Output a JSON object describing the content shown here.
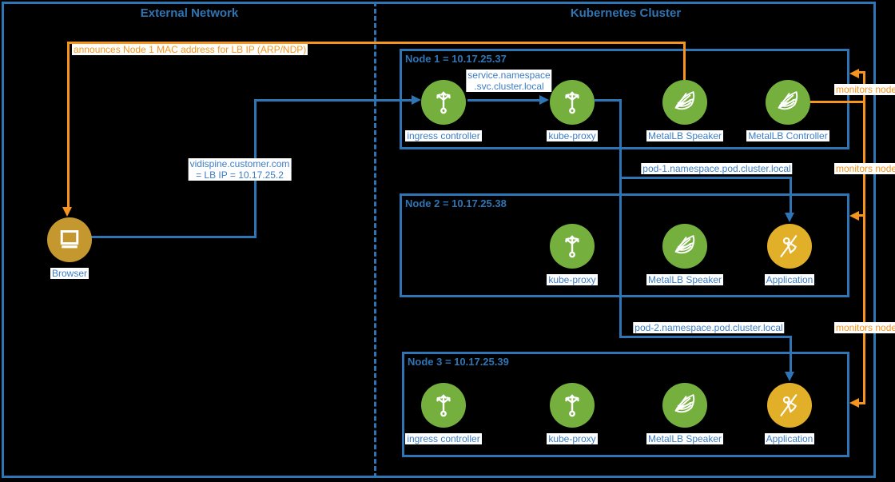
{
  "zones": {
    "external": {
      "title": "External Network"
    },
    "cluster": {
      "title": "Kubernetes Cluster"
    }
  },
  "external": {
    "browser": {
      "label": "Browser"
    }
  },
  "nodes": [
    {
      "title": "Node 1 = 10.17.25.37",
      "components": [
        {
          "label": "ingress controller",
          "icon": "branch-icon"
        },
        {
          "label": "kube-proxy",
          "icon": "branch-icon"
        },
        {
          "label": "MetalLB Speaker",
          "icon": "metallb-net-icon"
        },
        {
          "label": "MetalLB Controller",
          "icon": "metallb-net-icon"
        }
      ]
    },
    {
      "title": "Node 2 = 10.17.25.38",
      "components": [
        {
          "label": "kube-proxy",
          "icon": "branch-icon"
        },
        {
          "label": "MetalLB Speaker",
          "icon": "metallb-net-icon"
        },
        {
          "label": "Application",
          "icon": "compass-icon"
        }
      ]
    },
    {
      "title": "Node 3 = 10.17.25.39",
      "components": [
        {
          "label": "ingress controller",
          "icon": "branch-icon"
        },
        {
          "label": "kube-proxy",
          "icon": "branch-icon"
        },
        {
          "label": "MetalLB Speaker",
          "icon": "metallb-net-icon"
        },
        {
          "label": "Application",
          "icon": "compass-icon"
        }
      ]
    }
  ],
  "edges": {
    "announce": "announces Node 1 MAC address for LB IP (ARP/NDP)",
    "dns_line1": "vidispine.customer.com",
    "dns_line2": "= LB IP = 10.17.25.2",
    "service_line1": "service.namespace",
    "service_line2": ".svc.cluster.local",
    "pod1": "pod-1.namespace.pod.cluster.local",
    "pod2": "pod-2.namespace.pod.cluster.local",
    "monitors": "monitors node"
  },
  "colors": {
    "line_blue": "#2e75b6",
    "label_blue": "#3d7dc4",
    "orange": "#f7941e",
    "green": "#75b03f",
    "browser_gold": "#c5982f",
    "application_yellow": "#e2af28"
  }
}
